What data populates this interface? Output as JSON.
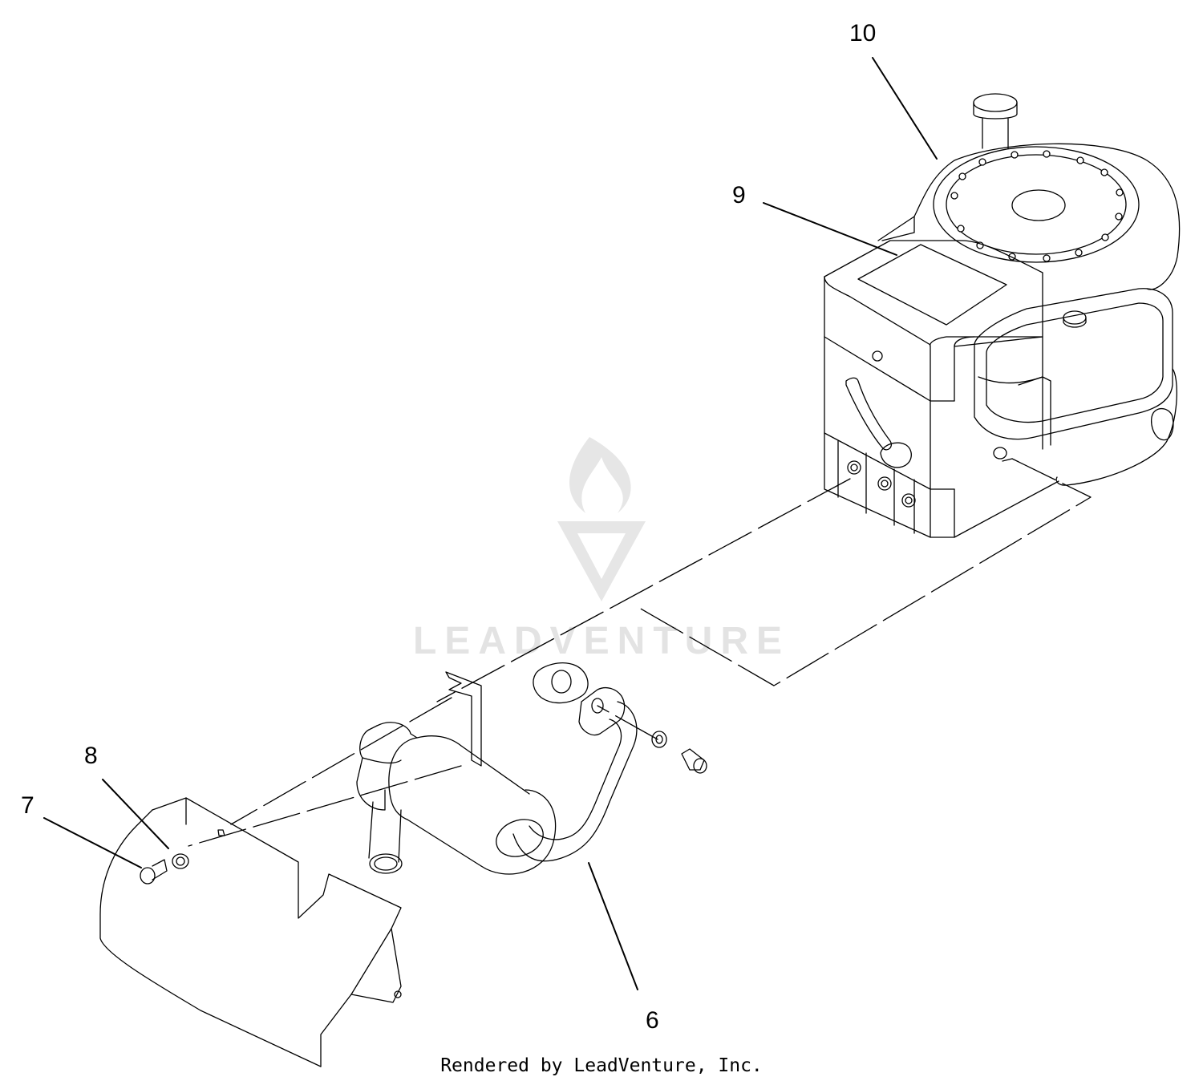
{
  "watermark": {
    "text": "LEADVENTURE",
    "color": "#e3e3e3"
  },
  "callouts": {
    "c10": "10",
    "c9": "9",
    "c8": "8",
    "c7": "7",
    "c6": "6"
  },
  "footer": {
    "text": "Rendered by LeadVenture, Inc."
  },
  "colors": {
    "line": "#000000",
    "background": "#ffffff"
  }
}
